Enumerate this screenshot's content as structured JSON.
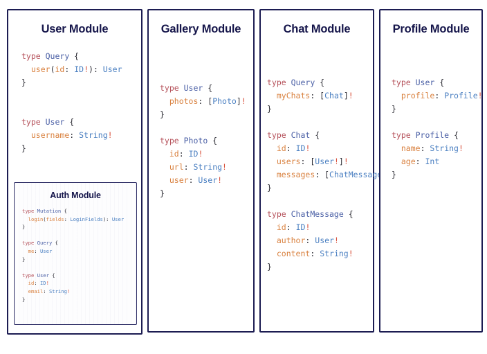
{
  "panels": [
    {
      "id": "user",
      "title": "User Module",
      "code_lines": [
        [
          {
            "t": "type ",
            "c": "k"
          },
          {
            "t": "Query",
            "c": "tn"
          },
          {
            "t": " {",
            "c": "p"
          }
        ],
        [
          {
            "t": "  ",
            "c": "p"
          },
          {
            "t": "user",
            "c": "f"
          },
          {
            "t": "(",
            "c": "p"
          },
          {
            "t": "id",
            "c": "f"
          },
          {
            "t": ": ",
            "c": "p"
          },
          {
            "t": "ID",
            "c": "t"
          },
          {
            "t": "!",
            "c": "b"
          },
          {
            "t": "): ",
            "c": "p"
          },
          {
            "t": "User",
            "c": "t"
          }
        ],
        [
          {
            "t": "}",
            "c": "p"
          }
        ],
        [
          {
            "t": "",
            "c": "p"
          }
        ],
        [
          {
            "t": "",
            "c": "p"
          }
        ],
        [
          {
            "t": "type ",
            "c": "k"
          },
          {
            "t": "User",
            "c": "tn"
          },
          {
            "t": " {",
            "c": "p"
          }
        ],
        [
          {
            "t": "  ",
            "c": "p"
          },
          {
            "t": "username",
            "c": "f"
          },
          {
            "t": ": ",
            "c": "p"
          },
          {
            "t": "String",
            "c": "t"
          },
          {
            "t": "!",
            "c": "b"
          }
        ],
        [
          {
            "t": "}",
            "c": "p"
          }
        ]
      ]
    },
    {
      "id": "auth",
      "title": "Auth Module",
      "code_lines": [
        [
          {
            "t": "type ",
            "c": "k"
          },
          {
            "t": "Mutation",
            "c": "tn"
          },
          {
            "t": " {",
            "c": "p"
          }
        ],
        [
          {
            "t": "  ",
            "c": "p"
          },
          {
            "t": "login",
            "c": "f"
          },
          {
            "t": "(",
            "c": "p"
          },
          {
            "t": "fields",
            "c": "f"
          },
          {
            "t": ": ",
            "c": "p"
          },
          {
            "t": "LoginFields",
            "c": "t"
          },
          {
            "t": "): ",
            "c": "p"
          },
          {
            "t": "User",
            "c": "t"
          }
        ],
        [
          {
            "t": "}",
            "c": "p"
          }
        ],
        [
          {
            "t": "",
            "c": "p"
          }
        ],
        [
          {
            "t": "type ",
            "c": "k"
          },
          {
            "t": "Query",
            "c": "tn"
          },
          {
            "t": " {",
            "c": "p"
          }
        ],
        [
          {
            "t": "  ",
            "c": "p"
          },
          {
            "t": "me",
            "c": "f"
          },
          {
            "t": ": ",
            "c": "p"
          },
          {
            "t": "User",
            "c": "t"
          }
        ],
        [
          {
            "t": "}",
            "c": "p"
          }
        ],
        [
          {
            "t": "",
            "c": "p"
          }
        ],
        [
          {
            "t": "type ",
            "c": "k"
          },
          {
            "t": "User",
            "c": "tn"
          },
          {
            "t": " {",
            "c": "p"
          }
        ],
        [
          {
            "t": "  ",
            "c": "p"
          },
          {
            "t": "id",
            "c": "f"
          },
          {
            "t": ": ",
            "c": "p"
          },
          {
            "t": "ID",
            "c": "t"
          },
          {
            "t": "!",
            "c": "b"
          }
        ],
        [
          {
            "t": "  ",
            "c": "p"
          },
          {
            "t": "email",
            "c": "f"
          },
          {
            "t": ": ",
            "c": "p"
          },
          {
            "t": "String",
            "c": "t"
          },
          {
            "t": "!",
            "c": "b"
          }
        ],
        [
          {
            "t": "}",
            "c": "p"
          }
        ]
      ]
    },
    {
      "id": "gallery",
      "title": "Gallery Module",
      "code_lines": [
        [
          {
            "t": "type ",
            "c": "k"
          },
          {
            "t": "User",
            "c": "tn"
          },
          {
            "t": " {",
            "c": "p"
          }
        ],
        [
          {
            "t": "  ",
            "c": "p"
          },
          {
            "t": "photos",
            "c": "f"
          },
          {
            "t": ": [",
            "c": "p"
          },
          {
            "t": "Photo",
            "c": "t"
          },
          {
            "t": "]",
            "c": "p"
          },
          {
            "t": "!",
            "c": "b"
          }
        ],
        [
          {
            "t": "}",
            "c": "p"
          }
        ],
        [
          {
            "t": "",
            "c": "p"
          }
        ],
        [
          {
            "t": "type ",
            "c": "k"
          },
          {
            "t": "Photo",
            "c": "tn"
          },
          {
            "t": " {",
            "c": "p"
          }
        ],
        [
          {
            "t": "  ",
            "c": "p"
          },
          {
            "t": "id",
            "c": "f"
          },
          {
            "t": ": ",
            "c": "p"
          },
          {
            "t": "ID",
            "c": "t"
          },
          {
            "t": "!",
            "c": "b"
          }
        ],
        [
          {
            "t": "  ",
            "c": "p"
          },
          {
            "t": "url",
            "c": "f"
          },
          {
            "t": ": ",
            "c": "p"
          },
          {
            "t": "String",
            "c": "t"
          },
          {
            "t": "!",
            "c": "b"
          }
        ],
        [
          {
            "t": "  ",
            "c": "p"
          },
          {
            "t": "user",
            "c": "f"
          },
          {
            "t": ": ",
            "c": "p"
          },
          {
            "t": "User",
            "c": "t"
          },
          {
            "t": "!",
            "c": "b"
          }
        ],
        [
          {
            "t": "}",
            "c": "p"
          }
        ]
      ]
    },
    {
      "id": "chat",
      "title": "Chat Module",
      "code_lines": [
        [
          {
            "t": "type ",
            "c": "k"
          },
          {
            "t": "Query",
            "c": "tn"
          },
          {
            "t": " {",
            "c": "p"
          }
        ],
        [
          {
            "t": "  ",
            "c": "p"
          },
          {
            "t": "myChats",
            "c": "f"
          },
          {
            "t": ": [",
            "c": "p"
          },
          {
            "t": "Chat",
            "c": "t"
          },
          {
            "t": "]",
            "c": "p"
          },
          {
            "t": "!",
            "c": "b"
          }
        ],
        [
          {
            "t": "}",
            "c": "p"
          }
        ],
        [
          {
            "t": "",
            "c": "p"
          }
        ],
        [
          {
            "t": "type ",
            "c": "k"
          },
          {
            "t": "Chat",
            "c": "tn"
          },
          {
            "t": " {",
            "c": "p"
          }
        ],
        [
          {
            "t": "  ",
            "c": "p"
          },
          {
            "t": "id",
            "c": "f"
          },
          {
            "t": ": ",
            "c": "p"
          },
          {
            "t": "ID",
            "c": "t"
          },
          {
            "t": "!",
            "c": "b"
          }
        ],
        [
          {
            "t": "  ",
            "c": "p"
          },
          {
            "t": "users",
            "c": "f"
          },
          {
            "t": ": [",
            "c": "p"
          },
          {
            "t": "User",
            "c": "t"
          },
          {
            "t": "!",
            "c": "b"
          },
          {
            "t": "]",
            "c": "p"
          },
          {
            "t": "!",
            "c": "b"
          }
        ],
        [
          {
            "t": "  ",
            "c": "p"
          },
          {
            "t": "messages",
            "c": "f"
          },
          {
            "t": ": [",
            "c": "p"
          },
          {
            "t": "ChatMessage",
            "c": "t"
          },
          {
            "t": "]",
            "c": "p"
          },
          {
            "t": "!",
            "c": "b"
          }
        ],
        [
          {
            "t": "}",
            "c": "p"
          }
        ],
        [
          {
            "t": "",
            "c": "p"
          }
        ],
        [
          {
            "t": "type ",
            "c": "k"
          },
          {
            "t": "ChatMessage",
            "c": "tn"
          },
          {
            "t": " {",
            "c": "p"
          }
        ],
        [
          {
            "t": "  ",
            "c": "p"
          },
          {
            "t": "id",
            "c": "f"
          },
          {
            "t": ": ",
            "c": "p"
          },
          {
            "t": "ID",
            "c": "t"
          },
          {
            "t": "!",
            "c": "b"
          }
        ],
        [
          {
            "t": "  ",
            "c": "p"
          },
          {
            "t": "author",
            "c": "f"
          },
          {
            "t": ": ",
            "c": "p"
          },
          {
            "t": "User",
            "c": "t"
          },
          {
            "t": "!",
            "c": "b"
          }
        ],
        [
          {
            "t": "  ",
            "c": "p"
          },
          {
            "t": "content",
            "c": "f"
          },
          {
            "t": ": ",
            "c": "p"
          },
          {
            "t": "String",
            "c": "t"
          },
          {
            "t": "!",
            "c": "b"
          }
        ],
        [
          {
            "t": "}",
            "c": "p"
          }
        ]
      ]
    },
    {
      "id": "profile",
      "title": "Profile Module",
      "code_lines": [
        [
          {
            "t": "type ",
            "c": "k"
          },
          {
            "t": "User",
            "c": "tn"
          },
          {
            "t": " {",
            "c": "p"
          }
        ],
        [
          {
            "t": "  ",
            "c": "p"
          },
          {
            "t": "profile",
            "c": "f"
          },
          {
            "t": ": ",
            "c": "p"
          },
          {
            "t": "Profile",
            "c": "t"
          },
          {
            "t": "!",
            "c": "b"
          }
        ],
        [
          {
            "t": "}",
            "c": "p"
          }
        ],
        [
          {
            "t": "",
            "c": "p"
          }
        ],
        [
          {
            "t": "type ",
            "c": "k"
          },
          {
            "t": "Profile",
            "c": "tn"
          },
          {
            "t": " {",
            "c": "p"
          }
        ],
        [
          {
            "t": "  ",
            "c": "p"
          },
          {
            "t": "name",
            "c": "f"
          },
          {
            "t": ": ",
            "c": "p"
          },
          {
            "t": "String",
            "c": "t"
          },
          {
            "t": "!",
            "c": "b"
          }
        ],
        [
          {
            "t": "  ",
            "c": "p"
          },
          {
            "t": "age",
            "c": "f"
          },
          {
            "t": ": ",
            "c": "p"
          },
          {
            "t": "Int",
            "c": "t"
          }
        ],
        [
          {
            "t": "}",
            "c": "p"
          }
        ]
      ]
    }
  ],
  "colors": {
    "panel_border": "#1c1c52",
    "title": "#15154a",
    "keyword": "#b5515a",
    "type_name": "#4a5fa5",
    "field": "#d9813f",
    "type_ref": "#4a7fc1",
    "bang": "#d8513c",
    "punctuation": "#2b2b33",
    "background": "#ffffff"
  }
}
